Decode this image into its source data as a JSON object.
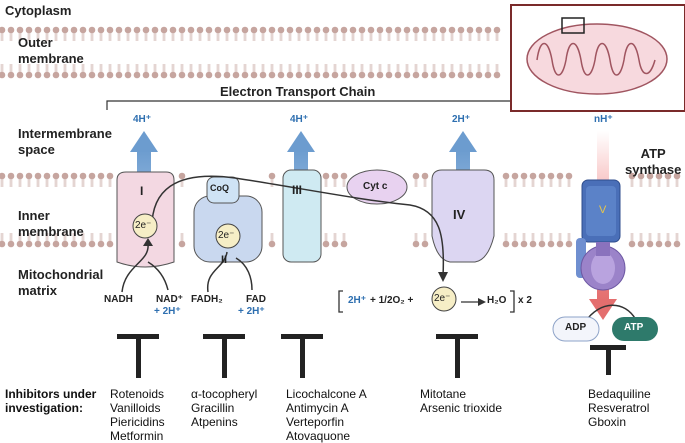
{
  "labels": {
    "cytoplasm": "Cytoplasm",
    "outer_membrane": [
      "Outer",
      "membrane"
    ],
    "etc": "Electron Transport Chain",
    "intermembrane_space": [
      "Intermembrane",
      "space"
    ],
    "inner_membrane": [
      "Inner",
      "membrane"
    ],
    "mito_matrix": [
      "Mitochondrial",
      "matrix"
    ],
    "atp_synthase": [
      "ATP",
      "synthase"
    ]
  },
  "protons": {
    "complex_I": "4H⁺",
    "complex_III": "4H⁺",
    "complex_IV": "2H⁺",
    "atp_synthase": "nH⁺"
  },
  "complexes": {
    "I": "I",
    "II": "II",
    "III": "III",
    "IV": "IV",
    "coq": "CoQ",
    "cytc": "Cyt c",
    "synthase_label": "V",
    "electron": "2e⁻"
  },
  "reactions": {
    "nadh": "NADH",
    "nad": "NAD⁺",
    "nad_h": "+ 2H⁺",
    "fadh2": "FADH₂",
    "fad": "FAD",
    "fad_h": "+ 2H⁺",
    "iv_part1": "2H⁺",
    "iv_part2": "+ 1/2O₂ +",
    "iv_product": "H₂O",
    "iv_mult": "x 2",
    "adp": "ADP",
    "atp": "ATP"
  },
  "inhibitors": {
    "heading": [
      "Inhibitors under",
      "investigation:"
    ],
    "complex_I": [
      "Rotenoids",
      "Vanilloids",
      "Piericidins",
      "Metformin"
    ],
    "complex_II": [
      "α-tocopheryl",
      "Gracillin",
      "Atpenins"
    ],
    "complex_III": [
      "Licochalcone A",
      "Antimycin A",
      "Verteporfin",
      "Atovaquone"
    ],
    "complex_IV": [
      "Mitotane",
      "Arsenic trioxide"
    ],
    "atp_synthase": [
      "Bedaquiline",
      "Resveratrol",
      "Gboxin"
    ]
  },
  "colors": {
    "proton_arrow": "#7ea6d2",
    "proton_text": "#2e6fb0",
    "lipid_head": "#c6a59f",
    "complex_I": "#f3d8e2",
    "complex_II": "#c9d8ef",
    "complex_III": "#cfeaf2",
    "complex_IV": "#dcd6f2",
    "cytc": "#e8d2f0",
    "atp_badge": "#2e7a6b",
    "inhibitor": "#222222"
  }
}
